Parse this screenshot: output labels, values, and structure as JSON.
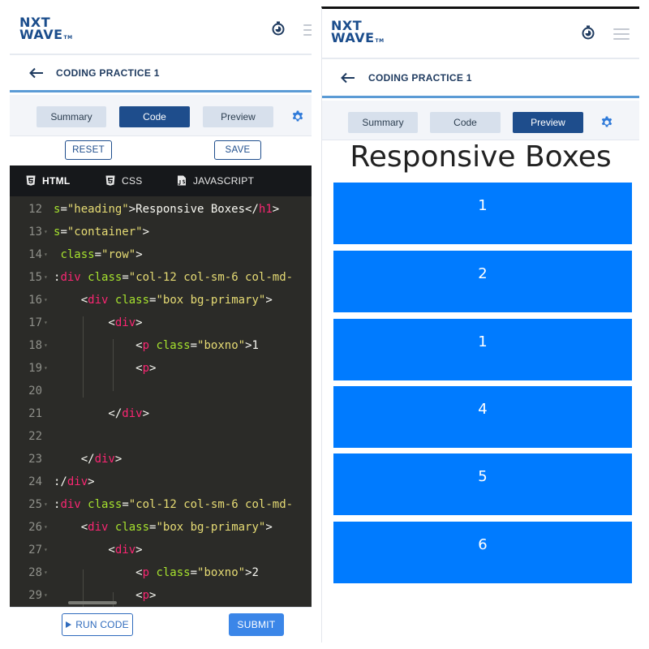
{
  "left": {
    "brand": {
      "line1": "NXT",
      "line2": "WAVE",
      "tm": "TM"
    },
    "practice_title": "CODING PRACTICE 1",
    "tabs": [
      {
        "label": "Summary",
        "active": false
      },
      {
        "label": "Code",
        "active": true
      },
      {
        "label": "Preview",
        "active": false
      }
    ],
    "reset_label": "RESET",
    "save_label": "SAVE",
    "editor_tabs": [
      {
        "label": "HTML",
        "icon": "html5-icon",
        "active": true
      },
      {
        "label": "CSS",
        "icon": "css3-icon",
        "active": false
      },
      {
        "label": "JAVASCRIPT",
        "icon": "js-file-icon",
        "active": false
      }
    ],
    "code_lines": [
      {
        "num": "12",
        "fold": false,
        "segments": [
          [
            "attr",
            "s"
          ],
          [
            "eq",
            "="
          ],
          [
            "str",
            "\"heading\""
          ],
          [
            "txt",
            ">Responsive Boxes</"
          ],
          [
            "tag",
            "h1"
          ],
          [
            "txt",
            ">"
          ]
        ]
      },
      {
        "num": "13",
        "fold": true,
        "segments": [
          [
            "attr",
            "s"
          ],
          [
            "eq",
            "="
          ],
          [
            "str",
            "\"container\""
          ],
          [
            "txt",
            ">"
          ]
        ]
      },
      {
        "num": "14",
        "fold": true,
        "segments": [
          [
            "txt",
            " "
          ],
          [
            "attr",
            "class"
          ],
          [
            "eq",
            "="
          ],
          [
            "str",
            "\"row\""
          ],
          [
            "txt",
            ">"
          ]
        ]
      },
      {
        "num": "15",
        "fold": true,
        "segments": [
          [
            "txt",
            ":"
          ],
          [
            "tag",
            "div"
          ],
          [
            "txt",
            " "
          ],
          [
            "attr",
            "class"
          ],
          [
            "eq",
            "="
          ],
          [
            "str",
            "\"col-12 col-sm-6 col-md-"
          ]
        ]
      },
      {
        "num": "16",
        "fold": true,
        "segments": [
          [
            "txt",
            "    <"
          ],
          [
            "tag",
            "div"
          ],
          [
            "txt",
            " "
          ],
          [
            "attr",
            "class"
          ],
          [
            "eq",
            "="
          ],
          [
            "str",
            "\"box bg-primary\""
          ],
          [
            "txt",
            ">"
          ]
        ]
      },
      {
        "num": "17",
        "fold": true,
        "segments": [
          [
            "txt",
            "        <"
          ],
          [
            "tag",
            "div"
          ],
          [
            "txt",
            ">"
          ]
        ]
      },
      {
        "num": "18",
        "fold": true,
        "segments": [
          [
            "txt",
            "            <"
          ],
          [
            "tag",
            "p"
          ],
          [
            "txt",
            " "
          ],
          [
            "attr",
            "class"
          ],
          [
            "eq",
            "="
          ],
          [
            "str",
            "\"boxno\""
          ],
          [
            "txt",
            ">1"
          ]
        ]
      },
      {
        "num": "19",
        "fold": true,
        "segments": [
          [
            "txt",
            "            <"
          ],
          [
            "tag",
            "p"
          ],
          [
            "txt",
            ">"
          ]
        ]
      },
      {
        "num": "20",
        "fold": false,
        "segments": []
      },
      {
        "num": "21",
        "fold": false,
        "segments": [
          [
            "txt",
            "        </"
          ],
          [
            "tag",
            "div"
          ],
          [
            "txt",
            ">"
          ]
        ]
      },
      {
        "num": "22",
        "fold": false,
        "segments": []
      },
      {
        "num": "23",
        "fold": false,
        "segments": [
          [
            "txt",
            "    </"
          ],
          [
            "tag",
            "div"
          ],
          [
            "txt",
            ">"
          ]
        ]
      },
      {
        "num": "24",
        "fold": false,
        "segments": [
          [
            "txt",
            ":/"
          ],
          [
            "tag",
            "div"
          ],
          [
            "txt",
            ">"
          ]
        ]
      },
      {
        "num": "25",
        "fold": true,
        "segments": [
          [
            "txt",
            ":"
          ],
          [
            "tag",
            "div"
          ],
          [
            "txt",
            " "
          ],
          [
            "attr",
            "class"
          ],
          [
            "eq",
            "="
          ],
          [
            "str",
            "\"col-12 col-sm-6 col-md-"
          ]
        ]
      },
      {
        "num": "26",
        "fold": true,
        "segments": [
          [
            "txt",
            "    <"
          ],
          [
            "tag",
            "div"
          ],
          [
            "txt",
            " "
          ],
          [
            "attr",
            "class"
          ],
          [
            "eq",
            "="
          ],
          [
            "str",
            "\"box bg-primary\""
          ],
          [
            "txt",
            ">"
          ]
        ]
      },
      {
        "num": "27",
        "fold": true,
        "segments": [
          [
            "txt",
            "        <"
          ],
          [
            "tag",
            "div"
          ],
          [
            "txt",
            ">"
          ]
        ]
      },
      {
        "num": "28",
        "fold": true,
        "segments": [
          [
            "txt",
            "            <"
          ],
          [
            "tag",
            "p"
          ],
          [
            "txt",
            " "
          ],
          [
            "attr",
            "class"
          ],
          [
            "eq",
            "="
          ],
          [
            "str",
            "\"boxno\""
          ],
          [
            "txt",
            ">2"
          ]
        ]
      },
      {
        "num": "29",
        "fold": true,
        "segments": [
          [
            "txt",
            "            <"
          ],
          [
            "tag",
            "p"
          ],
          [
            "txt",
            ">"
          ]
        ]
      }
    ],
    "run_code_label": "RUN CODE",
    "submit_label": "SUBMIT"
  },
  "right": {
    "brand": {
      "line1": "NXT",
      "line2": "WAVE",
      "tm": "TM"
    },
    "practice_title": "CODING PRACTICE 1",
    "tabs": [
      {
        "label": "Summary",
        "active": false
      },
      {
        "label": "Code",
        "active": false
      },
      {
        "label": "Preview",
        "active": true
      }
    ],
    "preview": {
      "heading": "Responsive Boxes",
      "boxes": [
        "1",
        "2",
        "1",
        "4",
        "5",
        "6"
      ]
    }
  },
  "colors": {
    "brand": "#1b4d8c",
    "active_tab": "#1e4d8c",
    "inactive_tab": "#d7e0ec",
    "accent_line": "#5b9bd5",
    "gear": "#2f7ad9",
    "box_blue": "#007bff",
    "editor_bg": "#2b2b28",
    "editor_tabs_bg": "#16181b",
    "submit": "#3b86e8"
  }
}
